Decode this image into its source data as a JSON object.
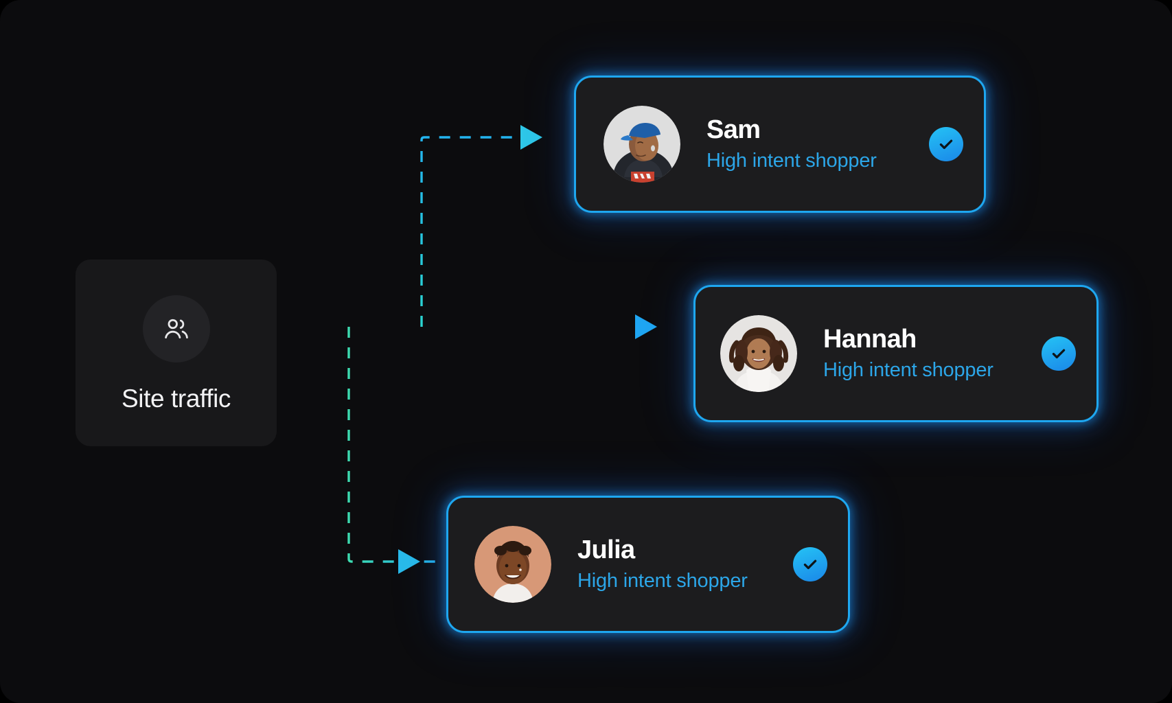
{
  "canvas": {
    "background": "#0c0c0e",
    "accent_blue": "#1ea7f0",
    "accent_cyan": "#29d2e4",
    "accent_teal": "#3ddcb0",
    "tag_color": "#2ca6e8"
  },
  "source": {
    "label": "Site traffic",
    "icon": "users-icon"
  },
  "people": [
    {
      "name": "Sam",
      "tag": "High intent shopper",
      "verified": true,
      "avatar": "avatar-sam"
    },
    {
      "name": "Hannah",
      "tag": "High intent shopper",
      "verified": true,
      "avatar": "avatar-hannah"
    },
    {
      "name": "Julia",
      "tag": "High intent shopper",
      "verified": true,
      "avatar": "avatar-julia"
    }
  ],
  "connectors": [
    {
      "from": "Site traffic",
      "to": "Sam",
      "style": "dashed",
      "arrow": "triangle-right"
    },
    {
      "from": "Site traffic",
      "to": "Hannah",
      "style": "dashed",
      "arrow": "triangle-right"
    },
    {
      "from": "Site traffic",
      "to": "Julia",
      "style": "dashed",
      "arrow": "triangle-right"
    }
  ]
}
